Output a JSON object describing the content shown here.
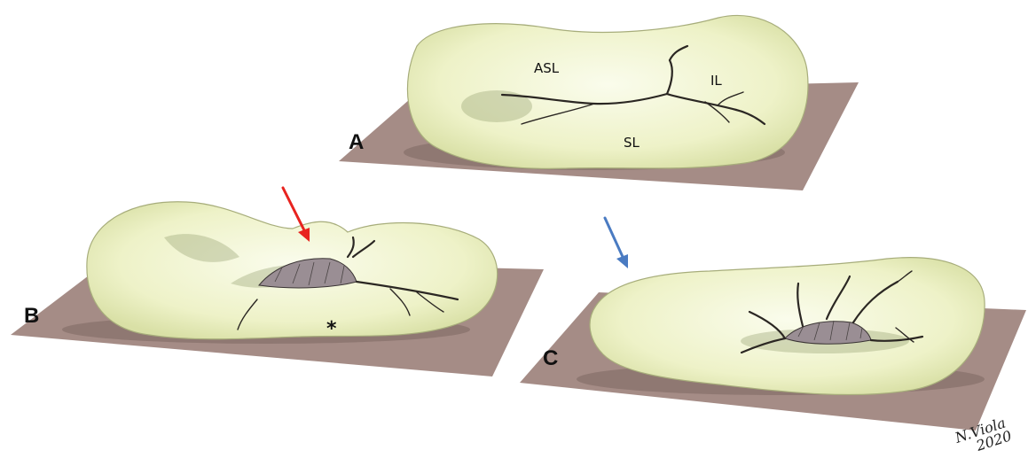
{
  "figure": {
    "panels": [
      {
        "letter": "A",
        "labels": {
          "asl": "ASL",
          "il": "IL",
          "sl": "SL"
        }
      },
      {
        "letter": "B",
        "marker": "*",
        "arrow_color": "#e8231f"
      },
      {
        "letter": "C",
        "arrow_color": "#4a7bc2"
      }
    ],
    "colors": {
      "lobe_fill": "#eef2c8",
      "tray": "#a58c86",
      "fissure": "#2b2723"
    },
    "signature": {
      "line1": "N.Viola",
      "line2": "2020"
    }
  }
}
